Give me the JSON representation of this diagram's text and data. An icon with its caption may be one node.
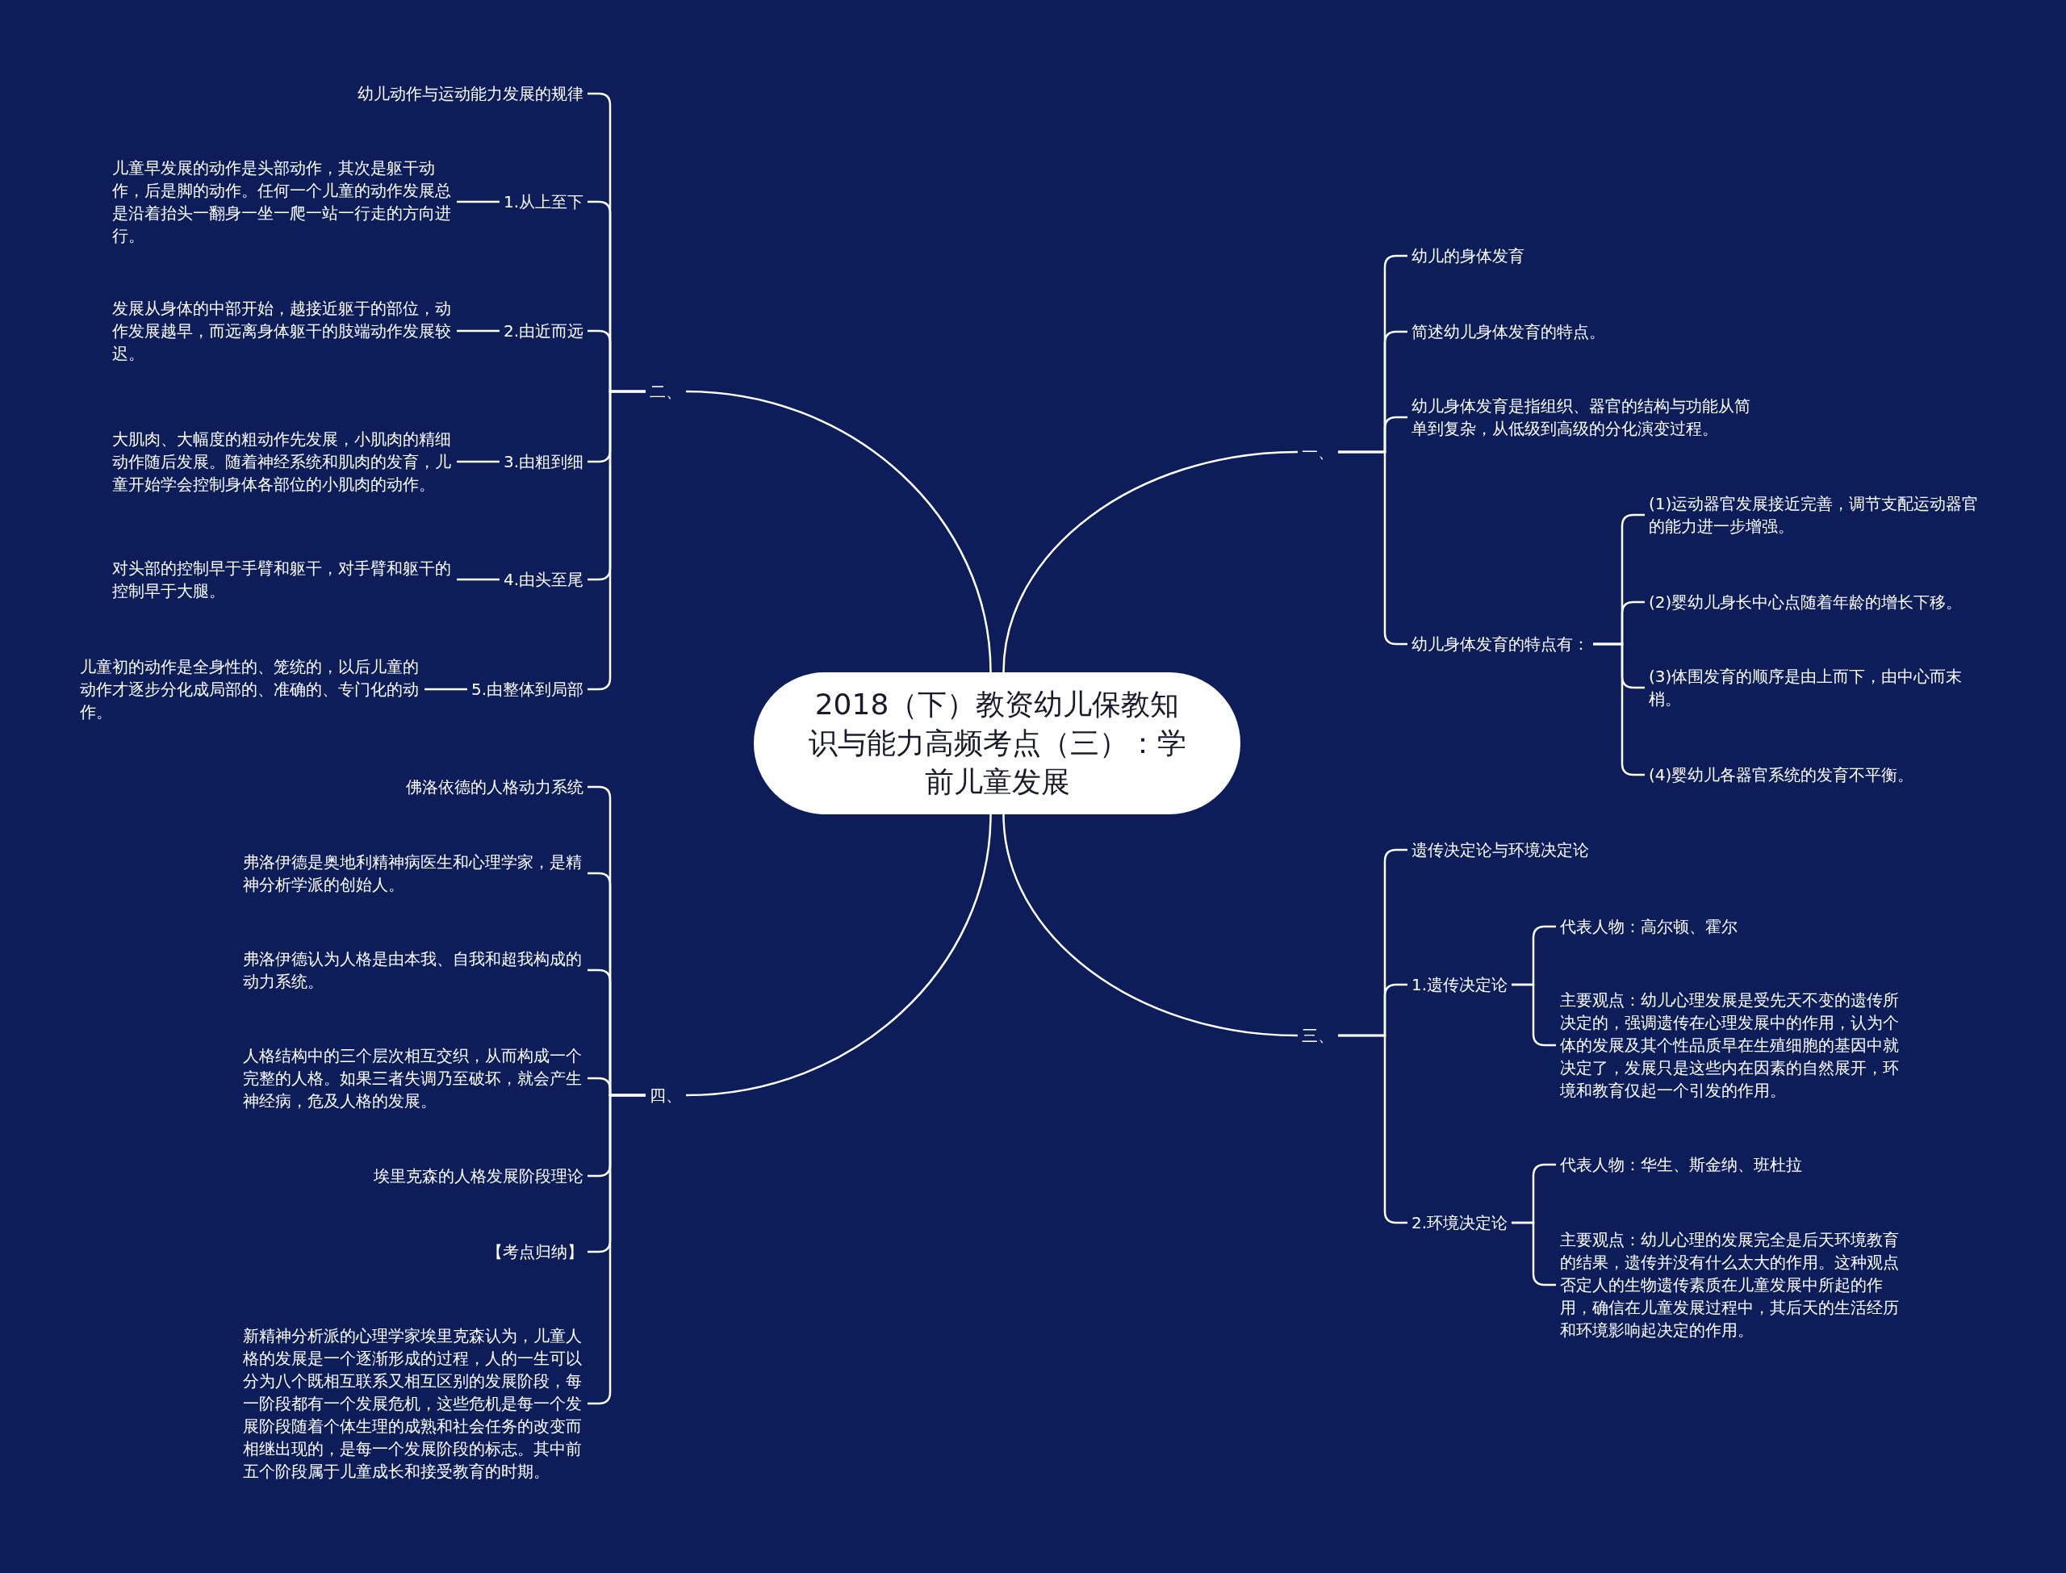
{
  "diagram": {
    "nodes": [
      {
        "text": [
          "2018（下）教资幼儿保教知识与能力高频考点（三）：学前儿童发展"
        ]
      },
      {
        "text": [
          "一、"
        ]
      },
      {
        "text": [
          "幼儿的身体发育"
        ]
      },
      {
        "text": [
          "简述幼儿身体发育的特点。"
        ]
      },
      {
        "text": [
          "幼儿身体发育是指组织、器官的结构与功能从简单到复杂，从低级到高级的分化演变过程。"
        ]
      },
      {
        "text": [
          "幼儿身体发育的特点有："
        ]
      },
      {
        "text": [
          "(1)运动器官发展接近完善，调节支配运动器官的能力进一步增强。"
        ]
      },
      {
        "text": [
          "(2)婴幼儿身长中心点随着年龄的增长下移。"
        ]
      },
      {
        "text": [
          "(3)体围发育的顺序是由上而下，由中心而末梢。"
        ]
      },
      {
        "text": [
          "(4)婴幼儿各器官系统的发育不平衡。"
        ]
      },
      {
        "text": [
          "二、"
        ]
      },
      {
        "text": [
          "幼儿动作与运动能力发展的规律"
        ]
      },
      {
        "text": [
          "1.从上至下"
        ]
      },
      {
        "text": [
          "儿童早发展的动作是头部动作，其次是躯干动作，后是脚的动作。任何一个儿童的动作发展总是沿着抬头一翻身一坐一爬一站一行走的方向进行。"
        ]
      },
      {
        "text": [
          "2.由近而远"
        ]
      },
      {
        "text": [
          "发展从身体的中部开始，越接近躯于的部位，动作发展越早，而远离身体躯干的肢端动作发展较迟。"
        ]
      },
      {
        "text": [
          "3.由粗到细"
        ]
      },
      {
        "text": [
          "大肌肉、大幅度的粗动作先发展，小肌肉的精细动作随后发展。随着神经系统和肌肉的发育，儿童开始学会控制身体各部位的小肌肉的动作。"
        ]
      },
      {
        "text": [
          "4.由头至尾"
        ]
      },
      {
        "text": [
          "对头部的控制早于手臂和躯干，对手臂和躯干的控制早于大腿。"
        ]
      },
      {
        "text": [
          "5.由整体到局部"
        ]
      },
      {
        "text": [
          "儿童初的动作是全身性的、笼统的，以后儿童的动作才逐步分化成局部的、准确的、专门化的动作。"
        ]
      },
      {
        "text": [
          "三、"
        ]
      },
      {
        "text": [
          "遗传决定论与环境决定论"
        ]
      },
      {
        "text": [
          "1.遗传决定论"
        ]
      },
      {
        "text": [
          "代表人物：高尔顿、霍尔"
        ]
      },
      {
        "text": [
          "主要观点：幼儿心理发展是受先天不变的遗传所决定的，强调遗传在心理发展中的作用，认为个体的发展及其个性品质早在生殖细胞的基因中就决定了，发展只是这些内在因素的自然展开，环境和教育仅起一个引发的作用。"
        ]
      },
      {
        "text": [
          "2.环境决定论"
        ]
      },
      {
        "text": [
          "代表人物：华生、斯金纳、班杜拉"
        ]
      },
      {
        "text": [
          "主要观点：幼儿心理的发展完全是后天环境教育的结果，遗传并没有什么太大的作用。这种观点否定人的生物遗传素质在儿童发展中所起的作用，确信在儿童发展过程中，其后天的生活经历和环境影响起决定的作用。"
        ]
      },
      {
        "text": [
          "四、"
        ]
      },
      {
        "text": [
          "佛洛依德的人格动力系统"
        ]
      },
      {
        "text": [
          "弗洛伊德是奥地利精神病医生和心理学家，是精神分析学派的创始人。"
        ]
      },
      {
        "text": [
          "弗洛伊德认为人格是由本我、自我和超我构成的动力系统。"
        ]
      },
      {
        "text": [
          "人格结构中的三个层次相互交织，从而构成一个完整的人格。如果三者失调乃至破坏，就会产生神经病，危及人格的发展。"
        ]
      },
      {
        "text": [
          "埃里克森的人格发展阶段理论"
        ]
      },
      {
        "text": [
          "【考点归纳】"
        ]
      },
      {
        "text": [
          "新精神分析派的心理学家埃里克森认为，儿童人格的发展是一个逐渐形成的过程，人的一生可以分为八个既相互联系又相互区别的发展阶段，每一阶段都有一个发展危机，这些危机是每一个发展阶段随着个体生理的成熟和社会任务的改变而相继出现的，是每一个发展阶段的标志。其中前五个阶段属于儿童成长和接受教育的时期。"
        ]
      }
    ],
    "edges": [
      {
        "from": 0,
        "to": 1,
        "arrow": "none"
      },
      {
        "from": 1,
        "to": 2,
        "arrow": "none"
      },
      {
        "from": 1,
        "to": 3,
        "arrow": "none"
      },
      {
        "from": 1,
        "to": 4,
        "arrow": "none"
      },
      {
        "from": 1,
        "to": 5,
        "arrow": "none"
      },
      {
        "from": 5,
        "to": 6,
        "arrow": "none"
      },
      {
        "from": 5,
        "to": 7,
        "arrow": "none"
      },
      {
        "from": 5,
        "to": 8,
        "arrow": "none"
      },
      {
        "from": 5,
        "to": 9,
        "arrow": "none"
      },
      {
        "from": 0,
        "to": 10,
        "arrow": "none"
      },
      {
        "from": 10,
        "to": 11,
        "arrow": "none"
      },
      {
        "from": 10,
        "to": 12,
        "arrow": "none"
      },
      {
        "from": 12,
        "to": 13,
        "arrow": "none"
      },
      {
        "from": 10,
        "to": 14,
        "arrow": "none"
      },
      {
        "from": 14,
        "to": 15,
        "arrow": "none"
      },
      {
        "from": 10,
        "to": 16,
        "arrow": "none"
      },
      {
        "from": 16,
        "to": 17,
        "arrow": "none"
      },
      {
        "from": 10,
        "to": 18,
        "arrow": "none"
      },
      {
        "from": 18,
        "to": 19,
        "arrow": "none"
      },
      {
        "from": 10,
        "to": 20,
        "arrow": "none"
      },
      {
        "from": 20,
        "to": 21,
        "arrow": "none"
      },
      {
        "from": 0,
        "to": 22,
        "arrow": "none"
      },
      {
        "from": 22,
        "to": 23,
        "arrow": "none"
      },
      {
        "from": 22,
        "to": 24,
        "arrow": "none"
      },
      {
        "from": 24,
        "to": 25,
        "arrow": "none"
      },
      {
        "from": 24,
        "to": 26,
        "arrow": "none"
      },
      {
        "from": 22,
        "to": 27,
        "arrow": "none"
      },
      {
        "from": 27,
        "to": 28,
        "arrow": "none"
      },
      {
        "from": 27,
        "to": 29,
        "arrow": "none"
      },
      {
        "from": 0,
        "to": 30,
        "arrow": "none"
      },
      {
        "from": 30,
        "to": 31,
        "arrow": "none"
      },
      {
        "from": 30,
        "to": 32,
        "arrow": "none"
      },
      {
        "from": 30,
        "to": 33,
        "arrow": "none"
      },
      {
        "from": 30,
        "to": 34,
        "arrow": "none"
      },
      {
        "from": 30,
        "to": 35,
        "arrow": "none"
      },
      {
        "from": 30,
        "to": 36,
        "arrow": "none"
      },
      {
        "from": 30,
        "to": 37,
        "arrow": "none"
      }
    ]
  }
}
